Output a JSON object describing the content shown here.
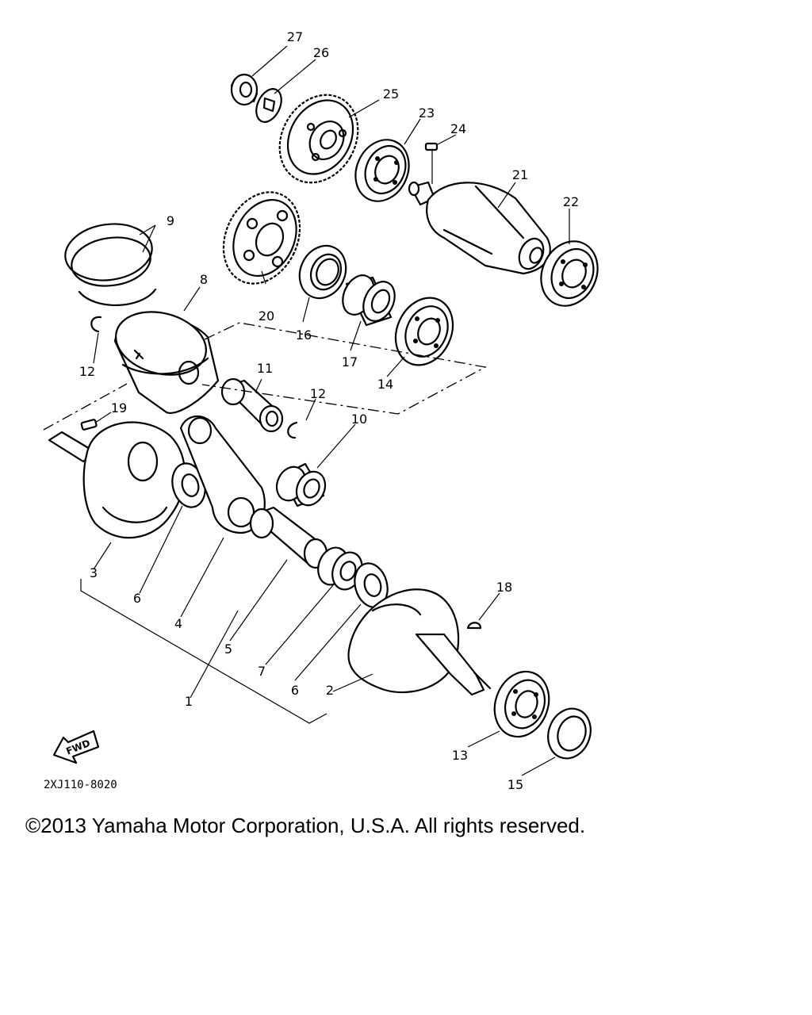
{
  "diagram": {
    "part_labels": {
      "p1": "1",
      "p2": "2",
      "p3": "3",
      "p4": "4",
      "p5": "5",
      "p6a": "6",
      "p6b": "6",
      "p7": "7",
      "p8": "8",
      "p9": "9",
      "p10": "10",
      "p11": "11",
      "p12a": "12",
      "p12b": "12",
      "p13": "13",
      "p14": "14",
      "p15": "15",
      "p16": "16",
      "p17": "17",
      "p18": "18",
      "p19": "19",
      "p20": "20",
      "p21": "21",
      "p22": "22",
      "p23": "23",
      "p24": "24",
      "p25": "25",
      "p26": "26",
      "p27": "27"
    },
    "fwd_label": "FWD",
    "diagram_code": "2XJ110-8020"
  },
  "footer": {
    "copyright": "©2013 Yamaha Motor Corporation, U.S.A. All rights reserved."
  }
}
